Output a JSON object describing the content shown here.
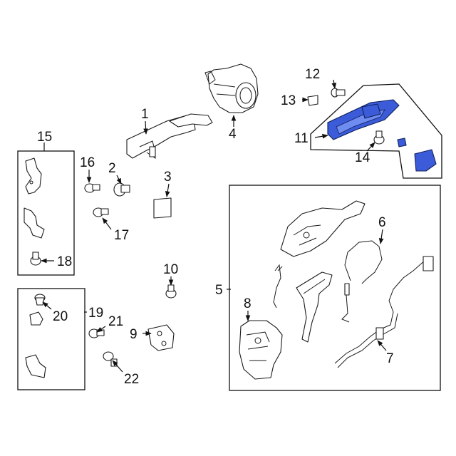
{
  "callouts": {
    "p1": "1",
    "p2": "2",
    "p3": "3",
    "p4": "4",
    "p5": "5",
    "p6": "6",
    "p7": "7",
    "p8": "8",
    "p9": "9",
    "p10": "10",
    "p11": "11",
    "p12": "12",
    "p13": "13",
    "p14": "14",
    "p15": "15",
    "p16": "16",
    "p17": "17",
    "p18": "18",
    "p19": "19",
    "p20": "20",
    "p21": "21",
    "p22": "22"
  },
  "colors": {
    "highlight": "#3b5bd9",
    "line": "#1a1a1a",
    "background": "#ffffff"
  }
}
